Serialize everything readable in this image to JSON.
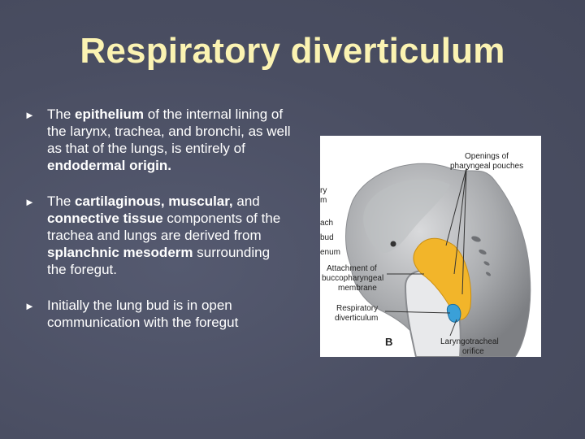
{
  "title": "Respiratory diverticulum",
  "bullets": [
    {
      "parts": [
        {
          "text": "The ",
          "bold": false
        },
        {
          "text": "epithelium",
          "bold": true
        },
        {
          "text": " of the internal lining of the larynx, trachea, and bronchi, as well as that of the lungs, is entirely of ",
          "bold": false
        },
        {
          "text": "endodermal origin.",
          "bold": true
        }
      ]
    },
    {
      "parts": [
        {
          "text": "The ",
          "bold": false
        },
        {
          "text": "cartilaginous, muscular,",
          "bold": true
        },
        {
          "text": " and ",
          "bold": false
        },
        {
          "text": "connective tissue",
          "bold": true
        },
        {
          "text": " components of the trachea and lungs are derived from ",
          "bold": false
        },
        {
          "text": "splanchnic mesoderm",
          "bold": true
        },
        {
          "text": " surrounding the foregut.",
          "bold": false
        }
      ]
    },
    {
      "parts": [
        {
          "text": "Initially the lung bud is in open communication with the foregut",
          "bold": false
        }
      ]
    }
  ],
  "figure": {
    "labels": {
      "openings_1": "Openings of",
      "openings_2": "pharyngeal pouches",
      "left_1": "ry",
      "left_2": "m",
      "left_3": "ach",
      "left_4": "bud",
      "left_5": "enum",
      "attach_1": "Attachment of",
      "attach_2": "buccopharyngeal",
      "attach_3": "membrane",
      "resp_1": "Respiratory",
      "resp_2": "diverticulum",
      "letter": "B",
      "laryn_1": "Laryngotracheal",
      "laryn_2": "orifice"
    },
    "colors": {
      "tissue": "#f2b52a",
      "embryo": "#a9abae",
      "diverticulum": "#3aa0d8"
    }
  }
}
